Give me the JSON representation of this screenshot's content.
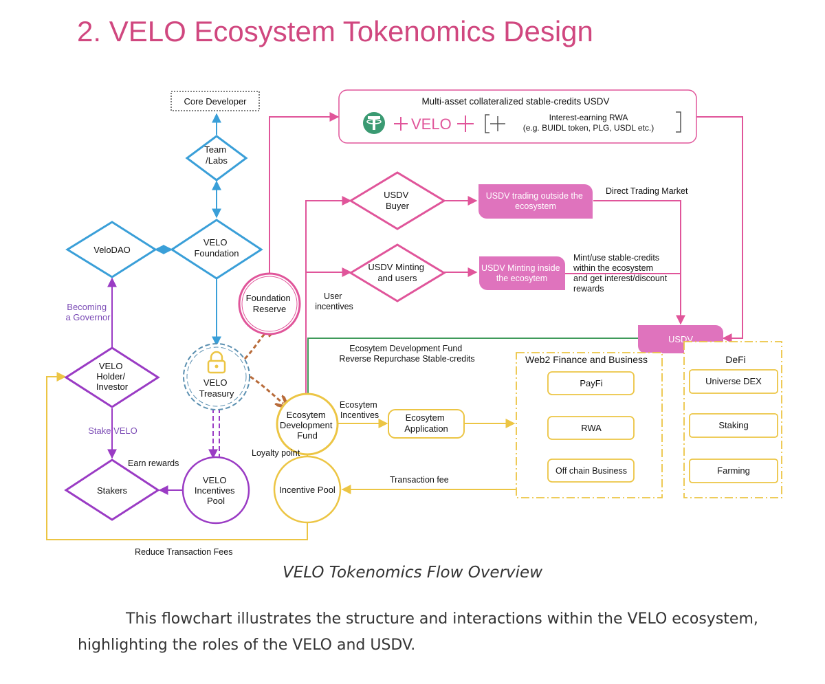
{
  "title": "2. VELO Ecosystem Tokenomics Design",
  "caption": "VELO Tokenomics Flow Overview",
  "paragraph": "This flowchart illustrates the structure and interactions within the VELO ecosystem, highlighting the roles of the VELO and USDV.",
  "colors": {
    "title": "#d0477f",
    "blue": "#3a9fd8",
    "purple": "#9a3bc4",
    "pink": "#e0559a",
    "pink_fill": "#df73bd",
    "yellow": "#ecc544",
    "orange": "#b86b3a",
    "green": "#3f9a5a",
    "tether": "#3a9a72"
  },
  "diagram": {
    "core_developer": "Core Developer",
    "team_labs": [
      "Team",
      "/Labs"
    ],
    "velo_dao": "VeloDAO",
    "velo_foundation": [
      "VELO",
      "Foundation"
    ],
    "foundation_reserve": [
      "Foundation",
      "Reserve"
    ],
    "velo_treasury": [
      "VELO",
      "Treasury"
    ],
    "holder_investor": [
      "VELO",
      "Holder/",
      "Investor"
    ],
    "stakers": "Stakers",
    "incentives_pool": [
      "VELO",
      "Incentives",
      "Pool"
    ],
    "incentive_pool": "Incentive Pool",
    "eco_dev_fund": [
      "Ecosytem",
      "Development",
      "Fund"
    ],
    "eco_application": [
      "Ecosytem",
      "Application"
    ],
    "usdv_buyer": [
      "USDV",
      "Buyer"
    ],
    "usdv_minting_users": [
      "USDV Minting",
      "and users"
    ],
    "usdv_trading": [
      "USDV trading outside the",
      "ecosystem"
    ],
    "usdv_minting_inside": [
      "USDV Minting inside",
      "the ecosytem"
    ],
    "usdv": "USDV",
    "multi_asset": {
      "title": "Multi-asset collateralized stable-credits USDV",
      "velo": "VELO",
      "rwa_line1": "Interest-earning RWA",
      "rwa_line2": "(e.g. BUIDL token, PLG, USDL etc.)"
    },
    "web2": {
      "title": "Web2 Finance and Business",
      "items": [
        "PayFi",
        "RWA",
        "Off chain Business"
      ]
    },
    "defi": {
      "title": "DeFi",
      "items": [
        "Universe DEX",
        "Staking",
        "Farming"
      ]
    },
    "labels": {
      "becoming_governor": [
        "Becoming",
        "a Governor"
      ],
      "stake_velo": "Stake VELO",
      "earn_rewards": "Earn rewards",
      "reduce_fees": "Reduce Transaction Fees",
      "loyalty_point": "Loyalty point",
      "transaction_fee": "Transaction fee",
      "eco_incentives": [
        "Ecosytem",
        "Incentives"
      ],
      "user_incentives": [
        "User",
        "incentives"
      ],
      "eco_dev_fund_text": [
        "Ecosytem Development Fund",
        "Reverse Repurchase Stable-credits"
      ],
      "direct_trading": "Direct Trading Market",
      "mint_use": [
        "Mint/use stable-credits",
        "within the ecosystem",
        "and get interest/discount",
        "rewards"
      ]
    }
  }
}
